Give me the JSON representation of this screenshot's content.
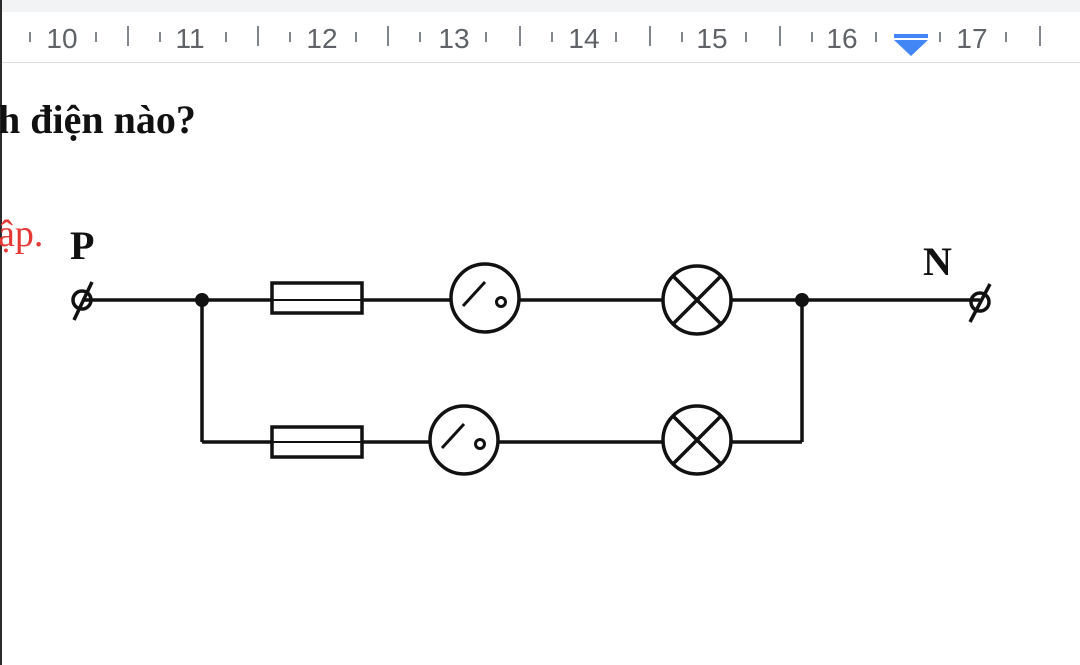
{
  "ruler": {
    "numbers": [
      "10",
      "11",
      "12",
      "13",
      "14",
      "15",
      "16",
      "17"
    ],
    "indent_marker_color": "#4285f4"
  },
  "document": {
    "question_fragment": "h điện nào?",
    "answer_fragment": "ập.",
    "answer_color": "#e53935",
    "terminal_p": "P",
    "terminal_n": "N"
  },
  "circuit": {
    "branches": [
      {
        "name": "branch-1",
        "components": [
          "fuse",
          "switch",
          "lamp"
        ]
      },
      {
        "name": "branch-2",
        "components": [
          "fuse",
          "switch",
          "lamp"
        ]
      }
    ],
    "connection": "parallel"
  }
}
